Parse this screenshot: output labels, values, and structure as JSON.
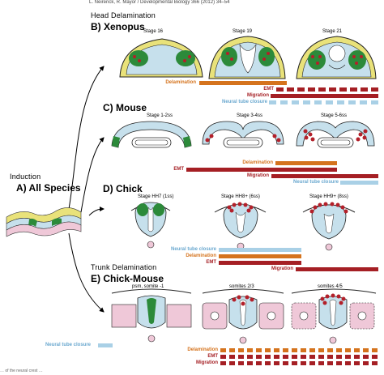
{
  "header": "L. Neirenck, R. Mayor / Developmental Biology 366 (2012) 34–54",
  "sections": {
    "head_delamination": "Head Delamination",
    "induction": "Induction",
    "trunk_delamination": "Trunk Delamination"
  },
  "panels": {
    "a": "A) All Species",
    "b": "B) Xenopus",
    "c": "C) Mouse",
    "d": "D) Chick",
    "e": "E) Chick-Mouse"
  },
  "stages": {
    "xenopus": [
      "Stage 16",
      "Stage 19",
      "Stage 21"
    ],
    "mouse": [
      "Stage 1-2ss",
      "Stage 3-4ss",
      "Stage 5-6ss"
    ],
    "chick": [
      "Stage HH7 (1ss)",
      "Stage HH8+ (6ss)",
      "Stage HH9+ (8ss)"
    ],
    "trunk": [
      "psm, somite -1",
      "somites 2/3",
      "somites 4/5"
    ]
  },
  "bar_labels": {
    "xenopus": [
      "Delamination",
      "EMT",
      "Migration",
      "Neural tube closure"
    ],
    "mouse": [
      "Delamination",
      "EMT",
      "Migration",
      "Neural tube closure"
    ],
    "chick": [
      "Neural tube closure",
      "Delamination",
      "EMT",
      "Migration"
    ],
    "trunk_left": "Neural tube closure",
    "trunk": [
      "Delamination",
      "EMT",
      "Migration"
    ]
  },
  "caption_fragment": "… of the neural crest …",
  "colors": {
    "migration": "#a51f24",
    "emt": "#a51f24",
    "delamination": "#d5731d",
    "neural_tube_closure": "#a9d0e6",
    "neural_plate": "#c6e0ec",
    "neural_crest": "#2c8a3a",
    "epidermis": "#e9e27a",
    "mesoderm": "#efc8d8",
    "crest_cells": "#b3202a"
  }
}
